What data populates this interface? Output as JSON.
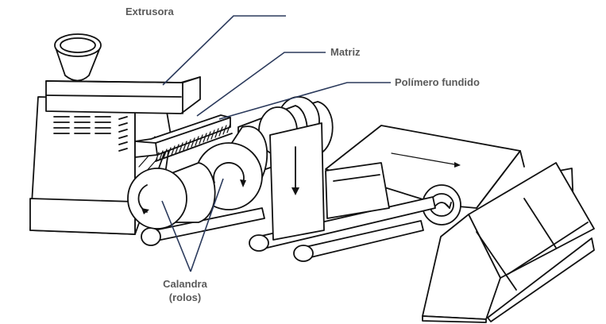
{
  "labels": {
    "extrusora": "Extrusora",
    "matriz": "Matriz",
    "polimero": "Polímero fundido",
    "calandra_line1": "Calandra",
    "calandra_line2": "(rolos)"
  },
  "colors": {
    "label_text": "#5a5a5a",
    "leader_line": "#2b3a5c",
    "outline": "#111111",
    "background": "#ffffff"
  }
}
